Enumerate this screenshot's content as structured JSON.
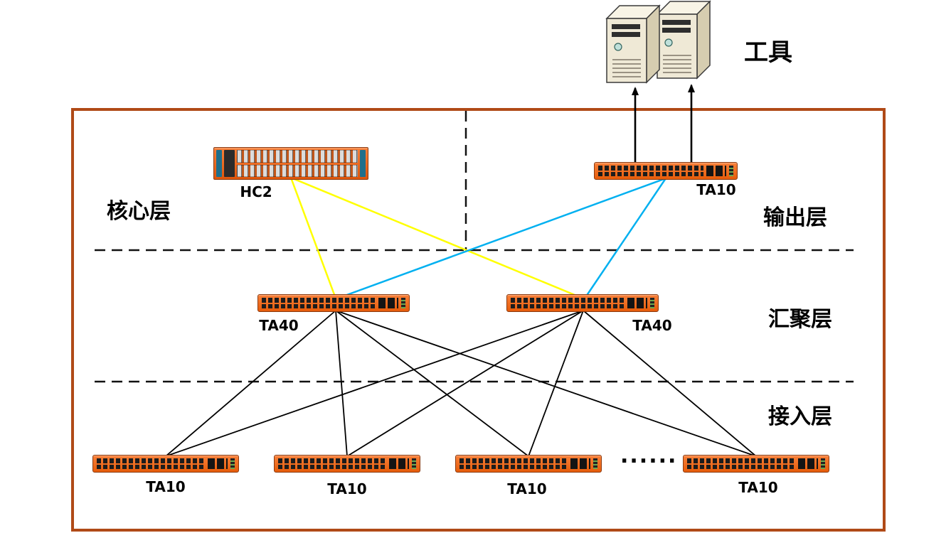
{
  "tools_label": "工具",
  "layers": [
    {
      "id": "core",
      "label": "核心层"
    },
    {
      "id": "output",
      "label": "输出层"
    },
    {
      "id": "aggregation",
      "label": "汇聚层"
    },
    {
      "id": "access",
      "label": "接入层"
    }
  ],
  "devices": {
    "hc2": {
      "label": "HC2"
    },
    "ta10_output": {
      "label": "TA10"
    },
    "ta40_left": {
      "label": "TA40"
    },
    "ta40_right": {
      "label": "TA40"
    },
    "ta10_access": [
      {
        "label": "TA10"
      },
      {
        "label": "TA10"
      },
      {
        "label": "TA10"
      },
      {
        "label": "TA10"
      }
    ]
  },
  "ellipsis": "......",
  "colors": {
    "frame_border": "#b04a17",
    "switch_orange": "#ec660f",
    "line_yellow": "#ffff00",
    "line_cyan": "#00b0f0",
    "line_black": "#000000"
  }
}
